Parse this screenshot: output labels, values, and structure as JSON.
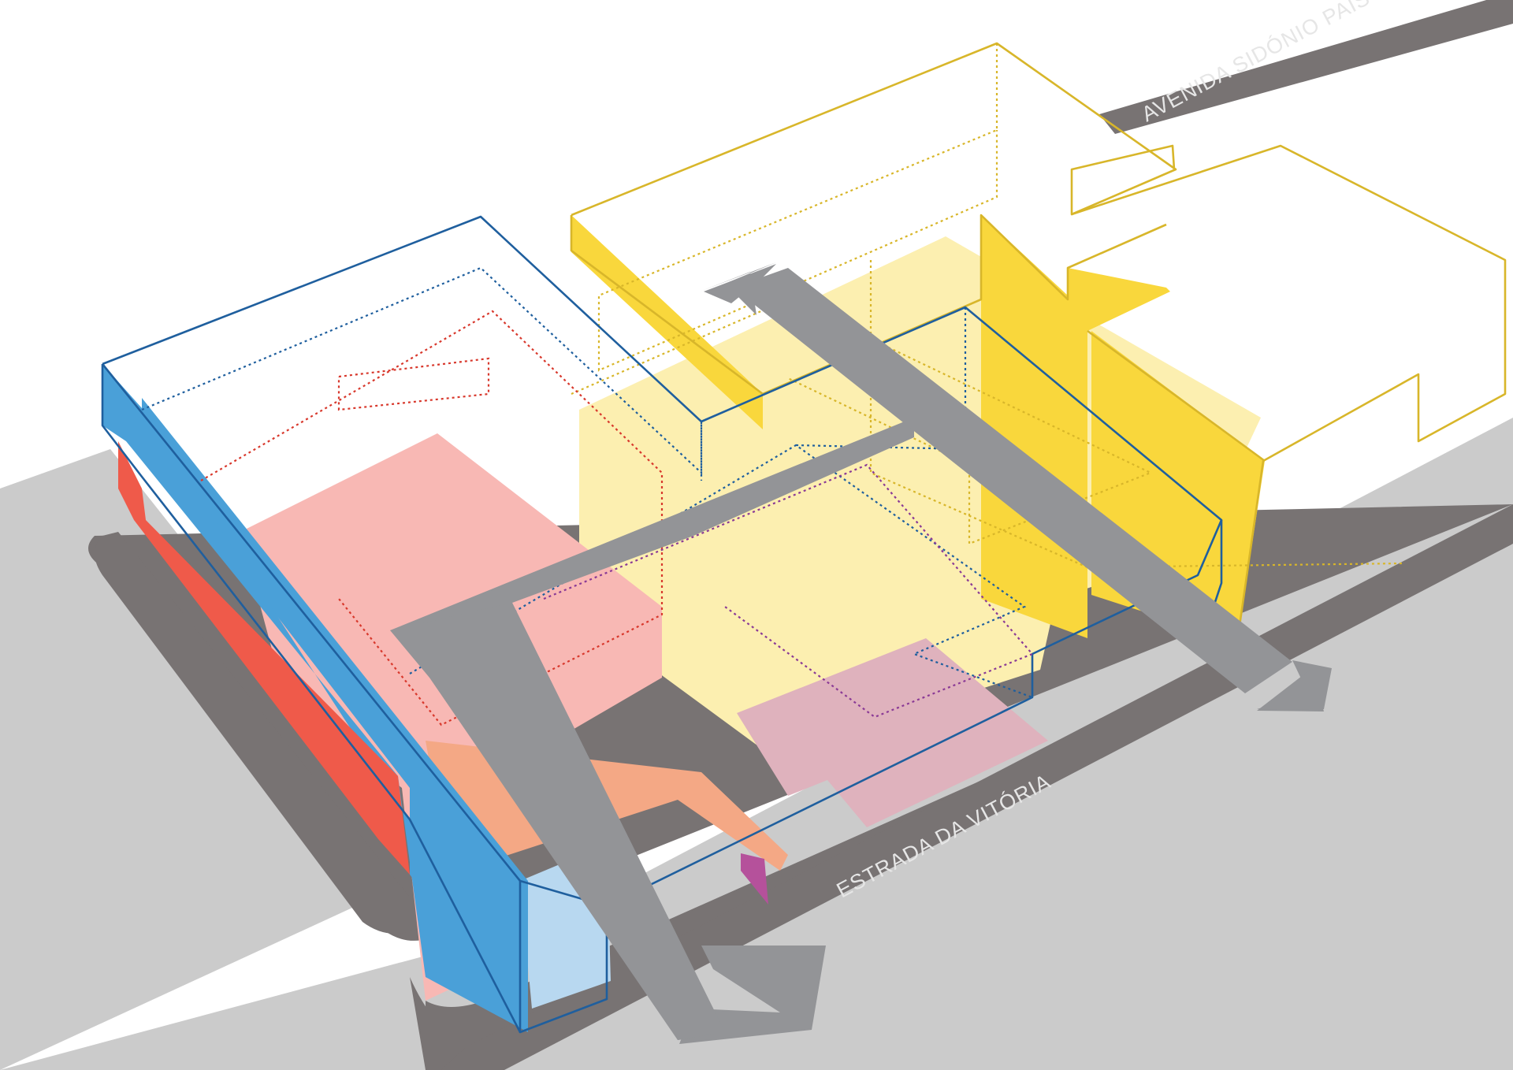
{
  "streets": {
    "north": "AVENIDA SIDÓNIO PAIS",
    "south": "ESTRADA DA VITÓRIA"
  },
  "colors": {
    "ground": "#cbcbcb",
    "road": "#787373",
    "blue_outline": "#1f5f9e",
    "blue_fill": "#4aa0d8",
    "red_fill": "#ef5a4a",
    "red_line": "#d8382c",
    "pink_fill": "#f8b8b4",
    "yellow_line": "#d8b62a",
    "yellow_fill": "#f9d73c",
    "light_yellow": "#fcefb0",
    "purple_line": "#8a3a96",
    "mauve_fill": "#dfb2bd",
    "magenta_fill": "#b5519b",
    "arrow": "#939497",
    "light_blue": "#b8d8f0"
  },
  "arrows": [
    {
      "name": "arrow-north-south"
    },
    {
      "name": "arrow-east-west"
    }
  ]
}
